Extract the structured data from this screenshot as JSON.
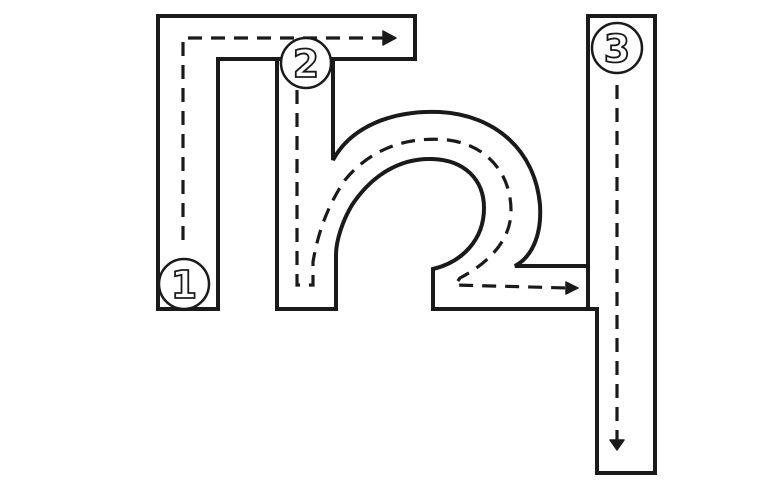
{
  "strokes": [
    {
      "id": "stroke-1",
      "order_label": "1"
    },
    {
      "id": "stroke-2",
      "order_label": "2"
    },
    {
      "id": "stroke-3",
      "order_label": "3"
    }
  ],
  "colors": {
    "outline": "#1a1a1a",
    "road": "#ffffff",
    "background": "#ffffff"
  }
}
